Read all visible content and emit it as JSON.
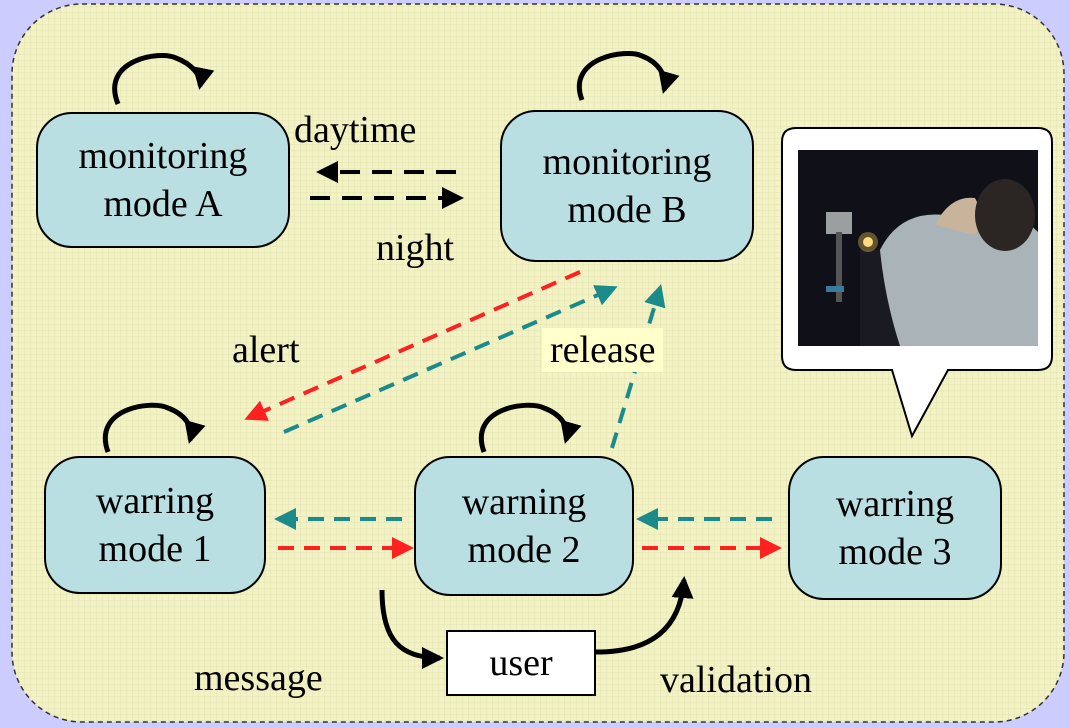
{
  "nodes": {
    "monitoring_a": {
      "line1": "monitoring",
      "line2": "mode A"
    },
    "monitoring_b": {
      "line1": "monitoring",
      "line2": "mode B"
    },
    "warning_1": {
      "line1": "warring",
      "line2": "mode 1"
    },
    "warning_2": {
      "line1": "warning",
      "line2": "mode 2"
    },
    "warning_3": {
      "line1": "warring",
      "line2": "mode 3"
    },
    "user": "user"
  },
  "labels": {
    "daytime": "daytime",
    "night": "night",
    "alert": "alert",
    "release": "release",
    "message": "message",
    "validation": "validation"
  },
  "colors": {
    "background": "#ccccff",
    "panel": "#f0f0c0",
    "node_fill": "#b9dfe3",
    "alert_arrow": "#ff2020",
    "release_arrow": "#1a8a8a",
    "solid_arrow": "#000000"
  }
}
